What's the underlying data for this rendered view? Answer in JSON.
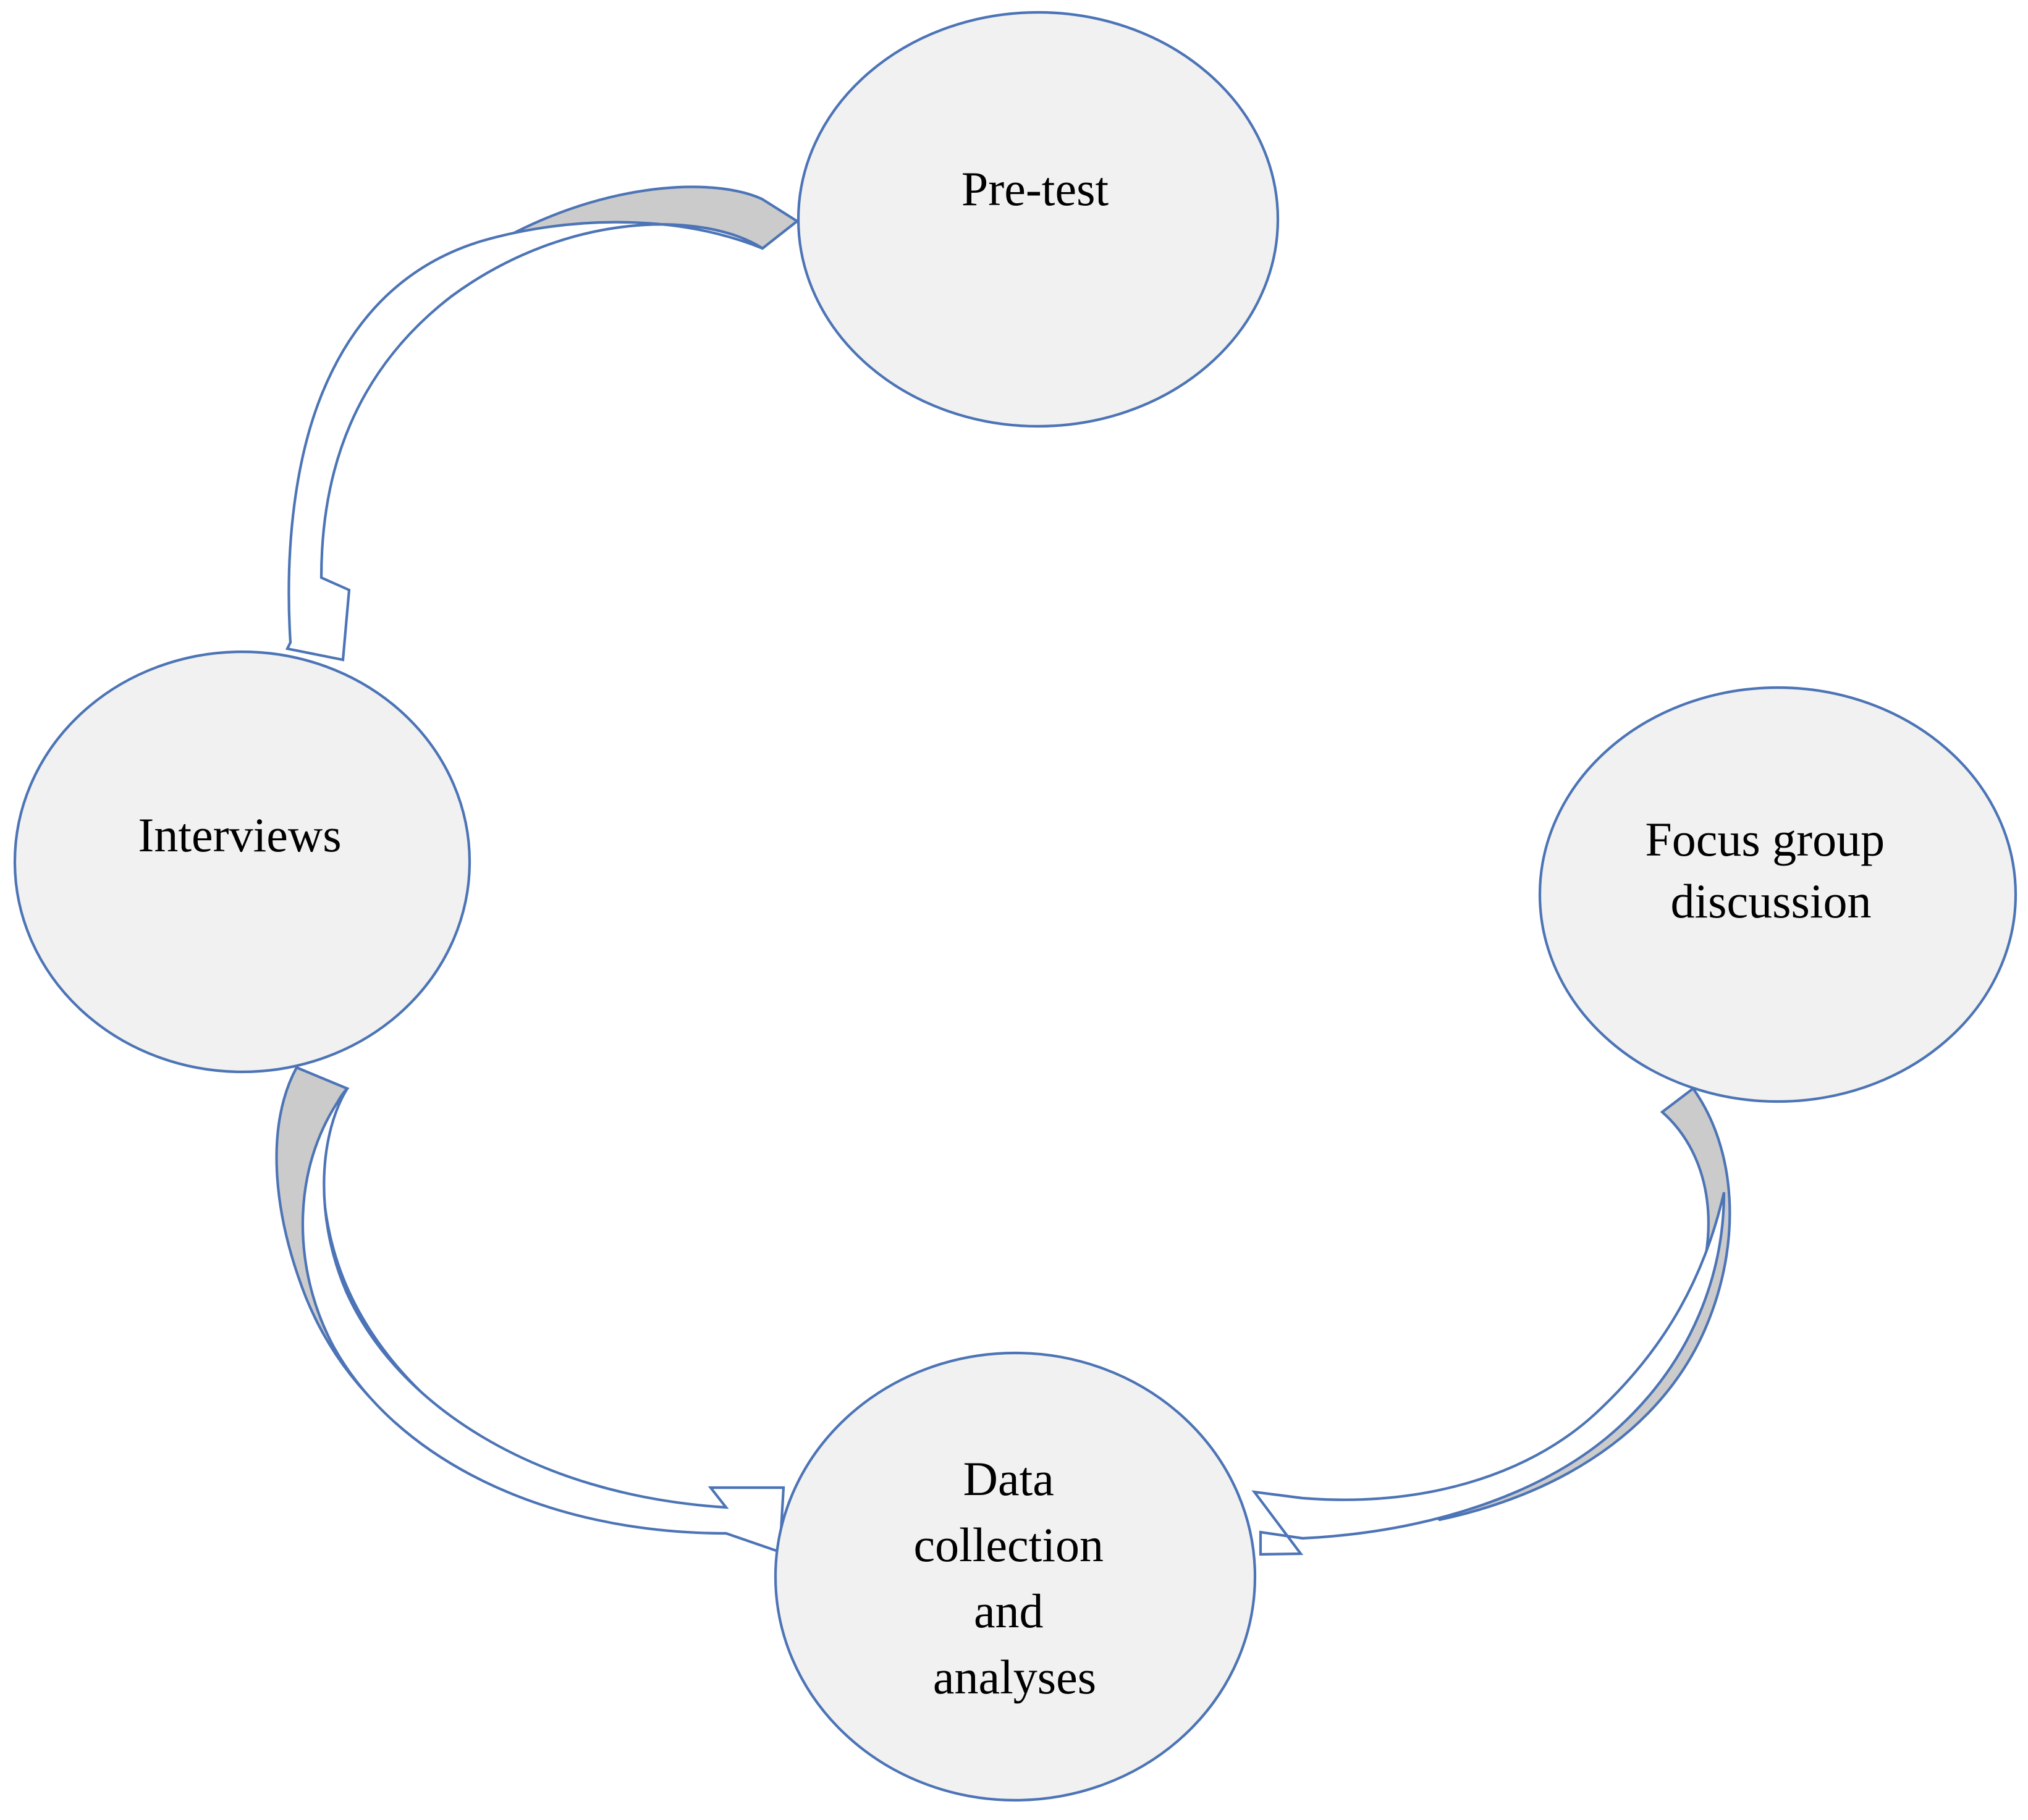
{
  "colors": {
    "node_fill": "#f1f1f1",
    "node_stroke": "#4c74b6",
    "arrow_fill_gray": "#cbcbcb",
    "arrow_fill_white": "#ffffff",
    "background": "#ffffff"
  },
  "nodes": {
    "pretest": {
      "lines": [
        "Pre-test"
      ]
    },
    "interviews": {
      "lines": [
        "Interviews"
      ]
    },
    "focus_group": {
      "lines": [
        "Focus group",
        "discussion"
      ]
    },
    "data_collection": {
      "lines": [
        "Data",
        "collection",
        "and",
        "analyses"
      ]
    }
  },
  "arrows": [
    {
      "from": "pretest",
      "to": "interviews",
      "style": "curved-block"
    },
    {
      "from": "interviews",
      "to": "data_collection",
      "style": "curved-block"
    },
    {
      "from": "focus_group",
      "to": "data_collection",
      "style": "curved-block"
    }
  ]
}
